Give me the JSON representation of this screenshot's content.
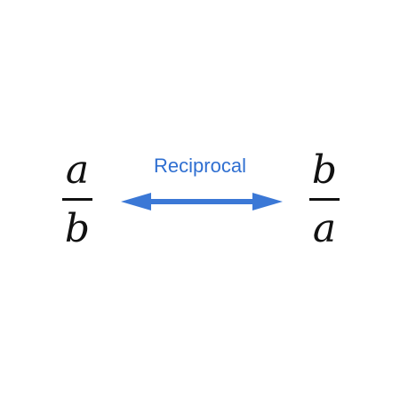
{
  "left_fraction": {
    "numerator": "a",
    "denominator": "b"
  },
  "right_fraction": {
    "numerator": "b",
    "denominator": "a"
  },
  "relation_label": "Reciprocal",
  "colors": {
    "accent": "#2f6fd1",
    "arrow": "#3b78d6",
    "text": "#111111",
    "background": "#ffffff"
  }
}
